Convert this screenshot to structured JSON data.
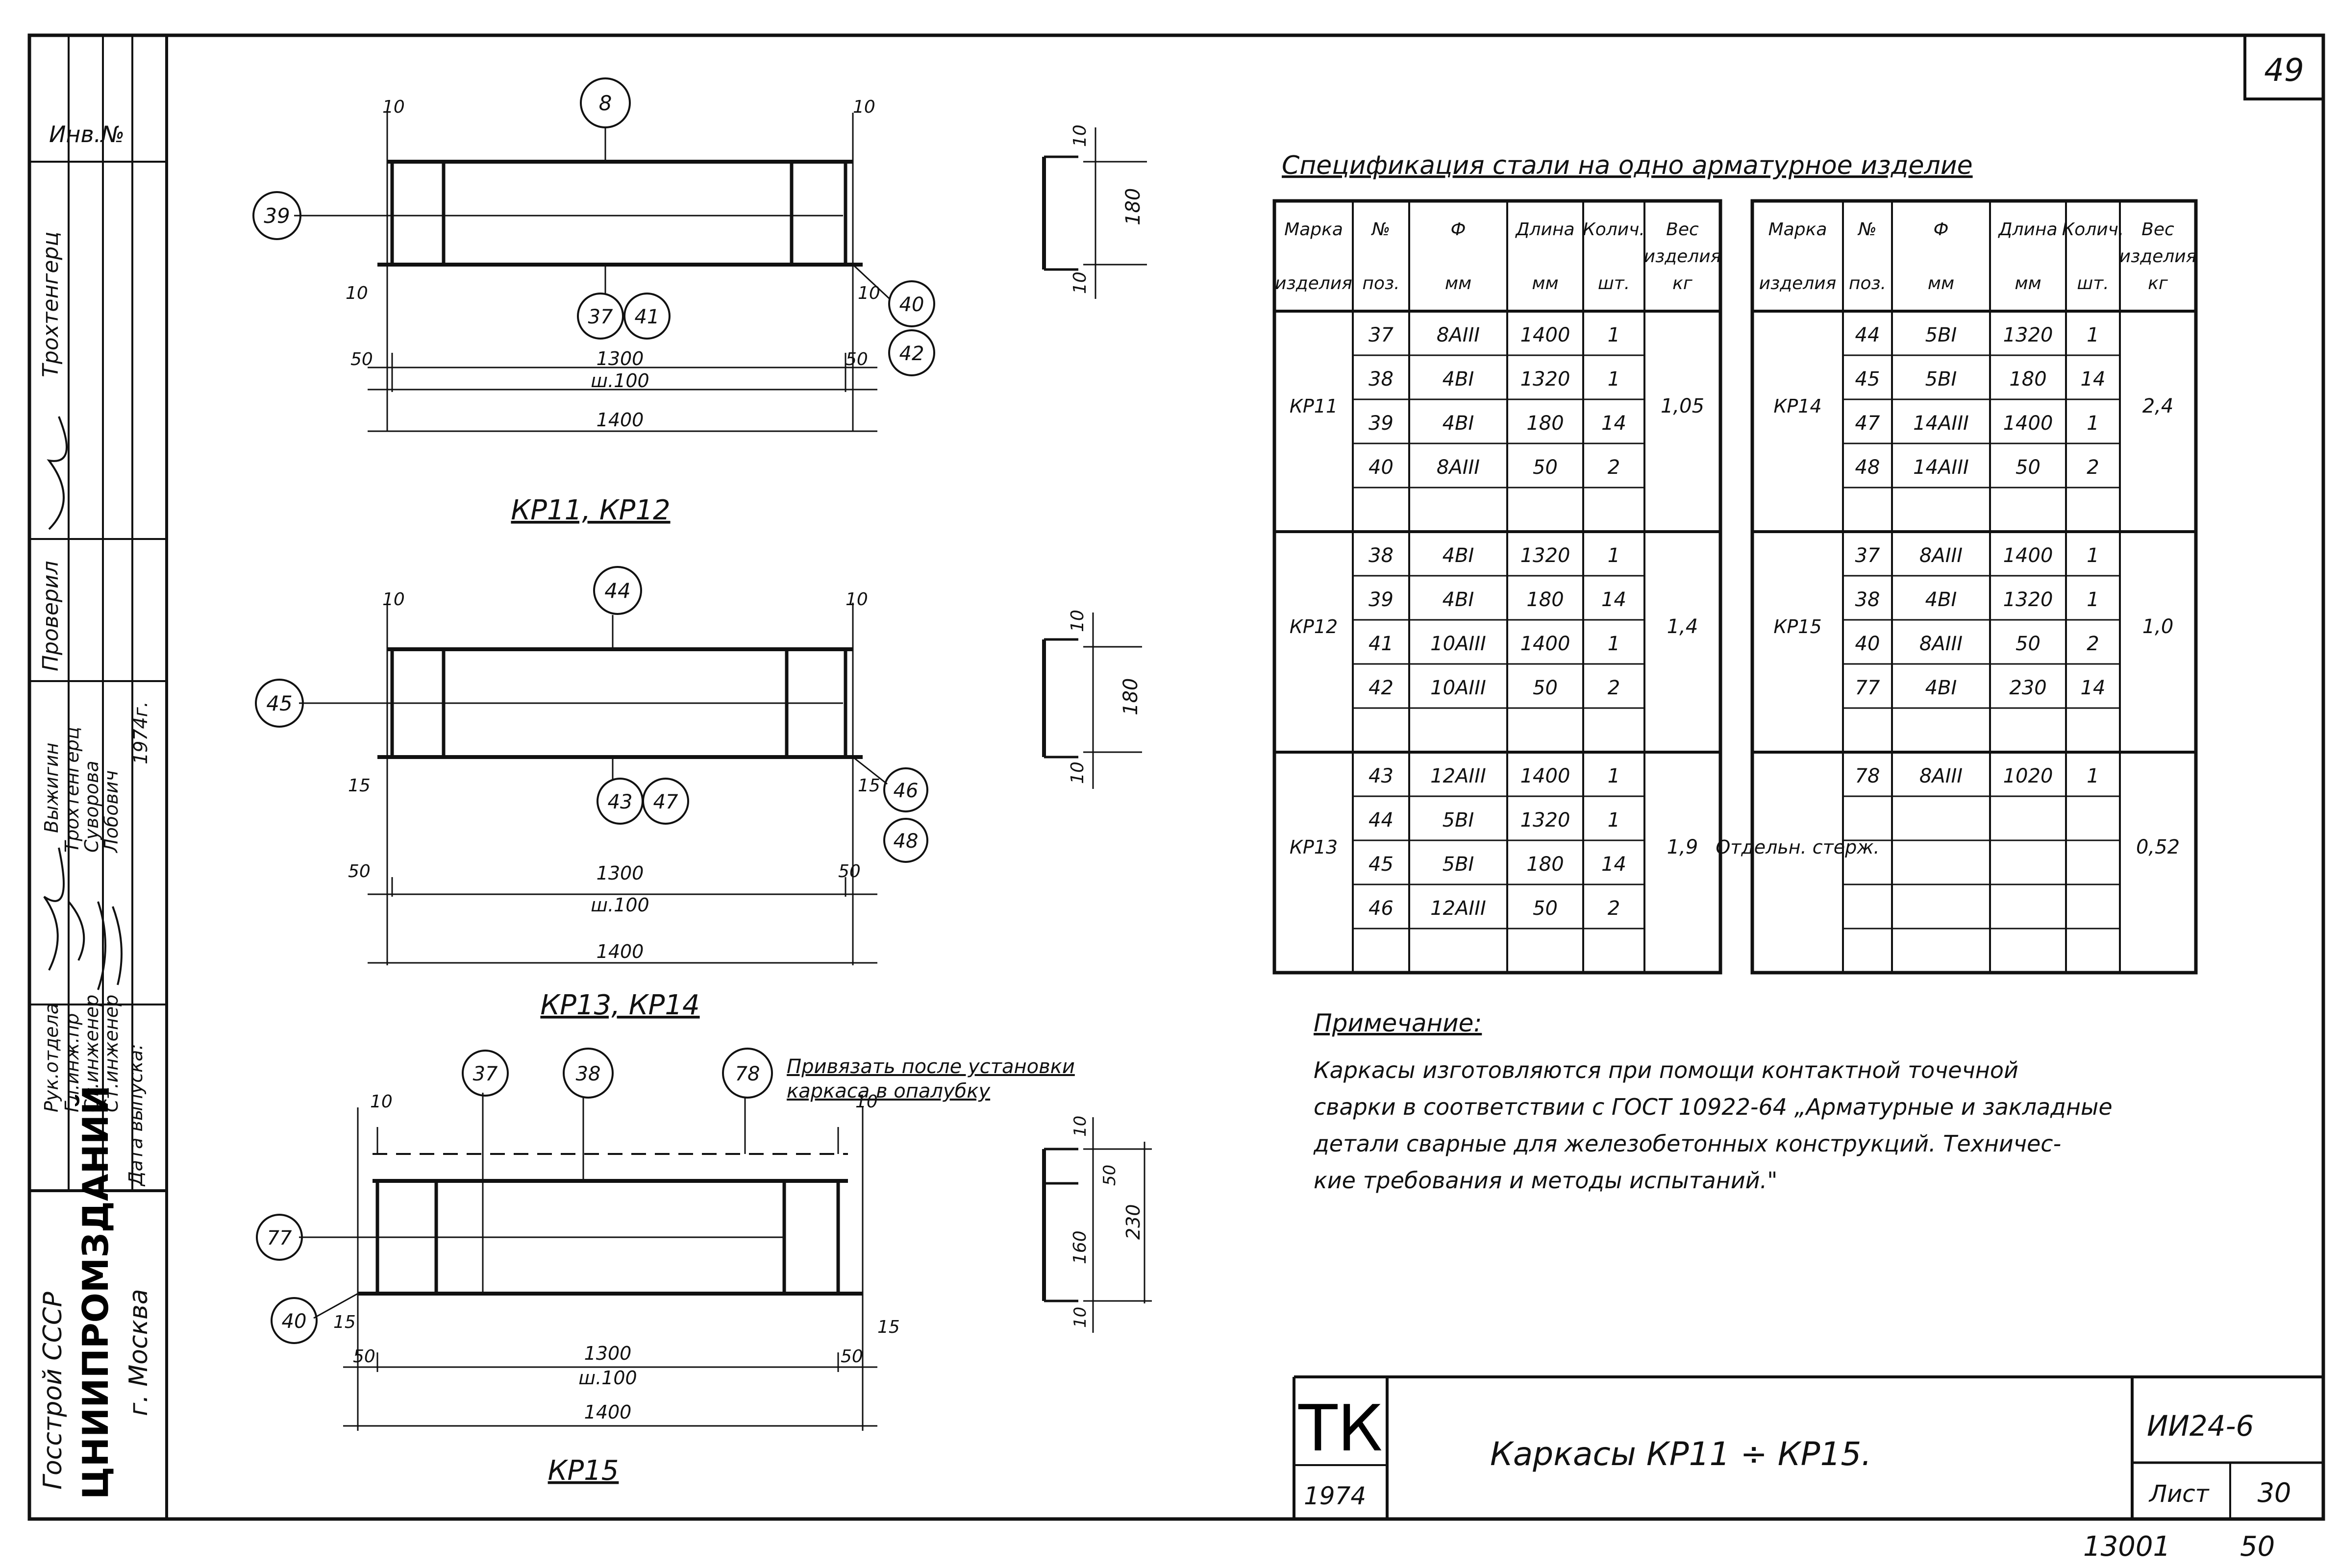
{
  "sheet_number": "49",
  "frame": {
    "inv_label": "Инв.№",
    "stamp_roles": [
      "Рук.отдела",
      "Гл.инж.пр",
      "Ст.инженер",
      "Ст.инженер",
      "Дата выпуска:"
    ],
    "stamp_names": [
      "Выжигин",
      "Трохтенгерц",
      "Суворова",
      "Лобович"
    ],
    "stamp_year": "1974г.",
    "checked_label": "Проверил",
    "checked_name": "Трохтенгерц",
    "org_line1": "Госстрой СССР",
    "org_line2": "ЦНИИПРОМЗДАНИЙ",
    "org_line3": "г. Москва"
  },
  "drawings": [
    {
      "title": "КР11, КР12",
      "callouts": [
        "8",
        "39",
        "37",
        "41",
        "40",
        "42"
      ],
      "dims": {
        "top_left": "10",
        "top_right": "10",
        "side_left": "10",
        "side_right": "10",
        "end_left": "50",
        "end_right": "50",
        "inner": "1300",
        "pitch": "ш.100",
        "total": "1400"
      },
      "section_dims": {
        "top": "10",
        "middle": "180",
        "bottom": "10"
      }
    },
    {
      "title": "КР13, КР14",
      "callouts": [
        "44",
        "45",
        "43",
        "47",
        "46",
        "48"
      ],
      "dims": {
        "top_left": "10",
        "top_right": "10",
        "side_left": "15",
        "side_right": "15",
        "end_left": "50",
        "end_right": "50",
        "inner": "1300",
        "pitch": "ш.100",
        "total": "1400"
      },
      "section_dims": {
        "top": "10",
        "middle": "180",
        "bottom": "10"
      }
    },
    {
      "title": "КР15",
      "callouts": [
        "37",
        "38",
        "78",
        "77",
        "40"
      ],
      "note_line1": "Привязать после установки",
      "note_line2": "каркаса в опалубку",
      "dims": {
        "top_left": "10",
        "top_right": "10",
        "side_left": "15",
        "side_right": "15",
        "end_left": "50",
        "end_right": "50",
        "inner": "1300",
        "pitch": "ш.100",
        "total": "1400"
      },
      "section_dims": {
        "top": "10",
        "a": "50",
        "b": "160",
        "total": "230",
        "bottom": "10"
      }
    }
  ],
  "spec": {
    "title": "Спецификация стали на одно арматурное изделие",
    "headers": [
      [
        "Марка",
        "изделия"
      ],
      [
        "№",
        "поз."
      ],
      [
        "Ф",
        "мм"
      ],
      [
        "Длина",
        "мм"
      ],
      [
        "Колич.",
        "шт."
      ],
      [
        "Вес",
        "изделия",
        "кг"
      ]
    ],
    "left_groups": [
      {
        "mark": "КР11",
        "weight": "1,05",
        "rows": [
          [
            "37",
            "8АIII",
            "1400",
            "1"
          ],
          [
            "38",
            "4ВI",
            "1320",
            "1"
          ],
          [
            "39",
            "4ВI",
            "180",
            "14"
          ],
          [
            "40",
            "8АIII",
            "50",
            "2"
          ]
        ]
      },
      {
        "mark": "КР12",
        "weight": "1,4",
        "rows": [
          [
            "38",
            "4ВI",
            "1320",
            "1"
          ],
          [
            "39",
            "4ВI",
            "180",
            "14"
          ],
          [
            "41",
            "10АIII",
            "1400",
            "1"
          ],
          [
            "42",
            "10АIII",
            "50",
            "2"
          ]
        ]
      },
      {
        "mark": "КР13",
        "weight": "1,9",
        "rows": [
          [
            "43",
            "12АIII",
            "1400",
            "1"
          ],
          [
            "44",
            "5ВI",
            "1320",
            "1"
          ],
          [
            "45",
            "5ВI",
            "180",
            "14"
          ],
          [
            "46",
            "12АIII",
            "50",
            "2"
          ]
        ]
      }
    ],
    "right_groups": [
      {
        "mark": "КР14",
        "weight": "2,4",
        "rows": [
          [
            "44",
            "5ВI",
            "1320",
            "1"
          ],
          [
            "45",
            "5ВI",
            "180",
            "14"
          ],
          [
            "47",
            "14АIII",
            "1400",
            "1"
          ],
          [
            "48",
            "14АIII",
            "50",
            "2"
          ]
        ]
      },
      {
        "mark": "КР15",
        "weight": "1,0",
        "rows": [
          [
            "37",
            "8АIII",
            "1400",
            "1"
          ],
          [
            "38",
            "4ВI",
            "1320",
            "1"
          ],
          [
            "40",
            "8АIII",
            "50",
            "2"
          ],
          [
            "77",
            "4ВI",
            "230",
            "14"
          ]
        ]
      },
      {
        "mark": "Отдельн. стерж.",
        "weight": "0,52",
        "rows": [
          [
            "78",
            "8АIII",
            "1020",
            "1"
          ]
        ]
      }
    ]
  },
  "note": {
    "heading": "Примечание:",
    "lines": [
      "Каркасы изготовляются при помощи контактной точечной",
      "сварки в соответствии с ГОСТ 10922-64 „Арматурные и закладные",
      "детали сварные для железобетонных конструкций. Техничес-",
      "кие требования и методы испытаний.\""
    ]
  },
  "title_block": {
    "logo": "ТК",
    "year": "1974",
    "title": "Каркасы КР11 ÷ КР15.",
    "series": "ИИ24-6",
    "sheet_label": "Лист",
    "sheet_value": "30"
  },
  "footer": {
    "code": "13001",
    "page": "50"
  }
}
